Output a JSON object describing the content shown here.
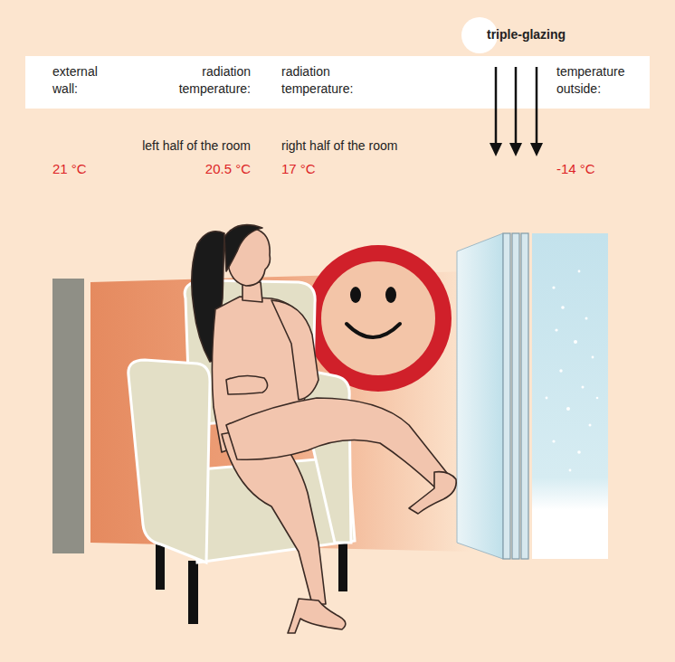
{
  "diagram": {
    "nodes": [
      {
        "text": [
          "triple-glazing"
        ]
      },
      {
        "text": [
          "external wall:",
          "radiation temperature:",
          "radiation temperature:",
          "temperature outside:"
        ]
      }
    ],
    "labels": [
      "left half of the room",
      "right half of the room",
      "21 °C",
      "20.5 °C",
      "17 °C",
      "-14 °C"
    ]
  }
}
